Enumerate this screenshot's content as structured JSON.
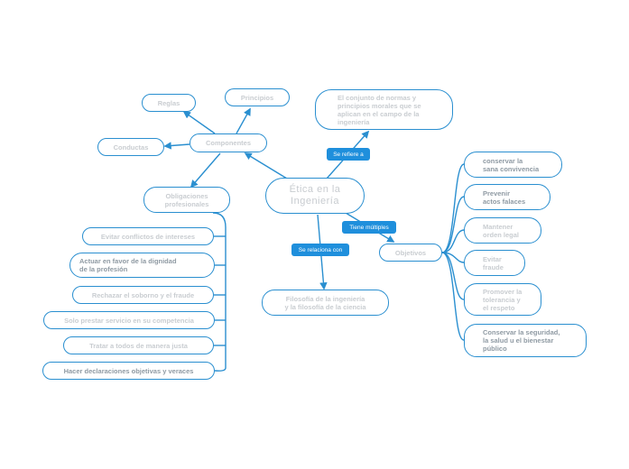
{
  "root": "Ética en la\nIngeniería",
  "components": "Componentes",
  "reglas": "Reglas",
  "principios": "Principios",
  "conductas": "Conductas",
  "obligaciones": "Obligaciones\nprofesionales",
  "obligaciones_items": [
    "Evitar conflictos de intereses",
    "Actuar en favor de la dignidad\nde la profesión",
    "Rechazar el soborno y el fraude",
    "Solo prestar servicio en su competencia",
    "Tratar a todos de manera justa",
    "Hacer declaraciones objetivas y veraces"
  ],
  "definition": "El conjunto de normas y\nprincipios morales que se\naplican en el campo de la\ningeniería",
  "link_refiere": "Se refiere a",
  "link_tiene": "Tiene múltiples",
  "link_relaciona": "Se relaciona con",
  "filosofia": "Filosofía de la ingeniería\ny la filosofía de la ciencia",
  "objetivos": "Objetivos",
  "objetivos_items": [
    "conservar la\nsana convivencia",
    "Prevenir\nactos falaces",
    "Mantener\norden legal",
    "Evitar\nfraude",
    "Promover la\ntolerancia y\nel respeto",
    "Conservar la seguridad,\nla salud u el bienestar\npúblico"
  ],
  "colors": {
    "line": "#2a8fd0",
    "tag": "#1f8fdc"
  }
}
